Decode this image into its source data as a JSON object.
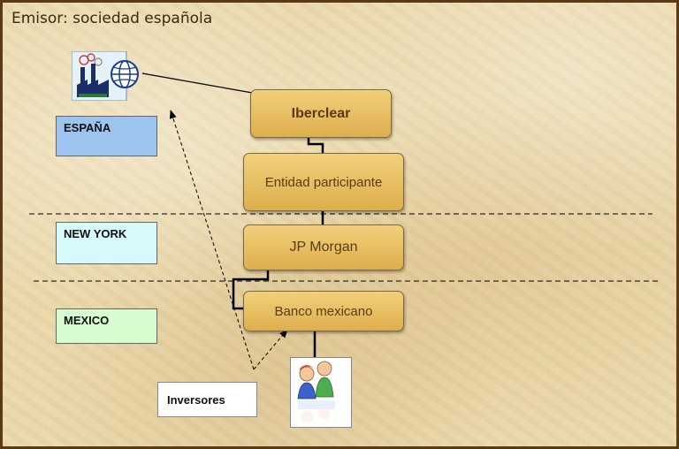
{
  "title": "Emisor: sociedad española",
  "regions": {
    "spain": "ESPAÑA",
    "new_york": "NEW YORK",
    "mexico": "MEXICO"
  },
  "nodes": {
    "iberclear": "Iberclear",
    "participant": "Entidad participante",
    "jpmorgan": "JP Morgan",
    "banco": "Banco mexicano"
  },
  "investors_label": "Inversores",
  "icons": {
    "issuer": "factory-globe-icon",
    "investors": "people-icon"
  },
  "colors": {
    "node_fill": "#e8be62",
    "node_text": "#5a3a14",
    "spain_fill": "#9cc4ee",
    "new_york_fill": "#d6fafc",
    "mexico_fill": "#d6fcd0"
  }
}
